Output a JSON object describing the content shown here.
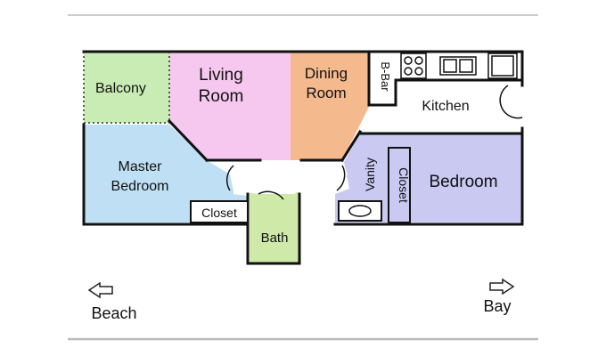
{
  "rooms": {
    "balcony": "Balcony",
    "living_line1": "Living",
    "living_line2": "Room",
    "dining_line1": "Dining",
    "dining_line2": "Room",
    "bbar": "B-Bar",
    "kitchen": "Kitchen",
    "master_line1": "Master",
    "master_line2": "Bedroom",
    "closet_left": "Closet",
    "bath": "Bath",
    "vanity": "Vanity",
    "closet_right": "Closet",
    "bedroom": "Bedroom"
  },
  "directions": {
    "left": "Beach",
    "right": "Bay"
  },
  "colors": {
    "balcony": "#c8ecb4",
    "living": "#f7c8ef",
    "dining": "#f5b98e",
    "master": "#bfe0f4",
    "bath": "#cfeaa8",
    "bedroom": "#c9c9f2",
    "walls": "#111111"
  }
}
